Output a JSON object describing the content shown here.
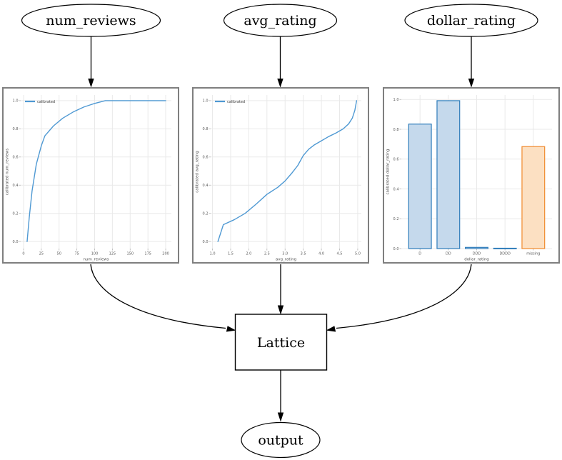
{
  "diagram": {
    "input_nodes": [
      {
        "id": "num_reviews",
        "label": "num_reviews"
      },
      {
        "id": "avg_rating",
        "label": "avg_rating"
      },
      {
        "id": "dollar_rating",
        "label": "dollar_rating"
      }
    ],
    "lattice_label": "Lattice",
    "output_label": "output"
  },
  "colors": {
    "line_blue": "#4f99d3",
    "bar_blue_fill": "#c5d9ec",
    "bar_blue_edge": "#2e7cba",
    "bar_orange_fill": "#fce0c2",
    "bar_orange_edge": "#f08a2d",
    "grid": "#e9e9e9",
    "tick_text": "#595959",
    "label_text": "#4d4d4d",
    "frame": "#7f7f7f",
    "edge_black": "#000000"
  },
  "chart_data": [
    {
      "type": "line",
      "title": "",
      "xlabel": "num_reviews",
      "ylabel": "calibrated num_reviews",
      "legend": [
        "calibrated"
      ],
      "legend_position": "upper left",
      "grid": true,
      "x": [
        5,
        8,
        12,
        18,
        25,
        30,
        42,
        55,
        70,
        85,
        100,
        115,
        200
      ],
      "y": [
        0.0,
        0.17,
        0.36,
        0.55,
        0.68,
        0.75,
        0.82,
        0.875,
        0.92,
        0.955,
        0.98,
        1.0,
        1.0
      ],
      "xticks": [
        0,
        25,
        50,
        75,
        100,
        125,
        150,
        175,
        200
      ],
      "xtick_labels": [
        "0",
        "25",
        "50",
        "75",
        "100",
        "125",
        "150",
        "175",
        "200"
      ],
      "yticks": [
        0.0,
        0.2,
        0.4,
        0.6,
        0.8,
        1.0
      ],
      "ytick_labels": [
        "0.0",
        "0.2",
        "0.4",
        "0.6",
        "0.8",
        "1.0"
      ],
      "xlim": [
        -4,
        208
      ],
      "ylim": [
        -0.05,
        1.04
      ]
    },
    {
      "type": "line",
      "title": "",
      "xlabel": "avg_rating",
      "ylabel": "calibrated avg_rating",
      "legend": [
        "calibrated"
      ],
      "legend_position": "upper left",
      "grid": true,
      "x": [
        1.15,
        1.3,
        1.6,
        1.9,
        2.2,
        2.5,
        2.8,
        3.0,
        3.2,
        3.35,
        3.5,
        3.65,
        3.8,
        4.0,
        4.2,
        4.4,
        4.6,
        4.75,
        4.85,
        4.92,
        4.97
      ],
      "y": [
        0.0,
        0.12,
        0.155,
        0.2,
        0.265,
        0.335,
        0.385,
        0.43,
        0.49,
        0.54,
        0.61,
        0.655,
        0.685,
        0.715,
        0.745,
        0.77,
        0.8,
        0.835,
        0.875,
        0.93,
        1.0
      ],
      "xticks": [
        1.0,
        1.5,
        2.0,
        2.5,
        3.0,
        3.5,
        4.0,
        4.5,
        5.0
      ],
      "xtick_labels": [
        "1.0",
        "1.5",
        "2.0",
        "2.5",
        "3.0",
        "3.5",
        "4.0",
        "4.5",
        "5.0"
      ],
      "yticks": [
        0.0,
        0.2,
        0.4,
        0.6,
        0.8,
        1.0
      ],
      "ytick_labels": [
        "0.0",
        "0.2",
        "0.4",
        "0.6",
        "0.8",
        "1.0"
      ],
      "xlim": [
        0.95,
        5.1
      ],
      "ylim": [
        -0.05,
        1.04
      ]
    },
    {
      "type": "bar",
      "title": "",
      "xlabel": "dollar_rating",
      "ylabel": "calibrated dollar_rating",
      "grid": true,
      "categories": [
        "D",
        "DD",
        "DDD",
        "DDDD",
        "missing"
      ],
      "values": [
        0.835,
        0.992,
        0.008,
        0.002,
        0.684
      ],
      "bar_styles": [
        "blue",
        "blue",
        "blue",
        "blue",
        "orange"
      ],
      "yticks": [
        0.0,
        0.2,
        0.4,
        0.6,
        0.8,
        1.0
      ],
      "ytick_labels": [
        "0.0",
        "0.2",
        "0.4",
        "0.6",
        "0.8",
        "1.0"
      ],
      "xlim": [
        -0.66,
        4.66
      ],
      "ylim": [
        0,
        1.03
      ],
      "bar_width": 0.8
    }
  ]
}
